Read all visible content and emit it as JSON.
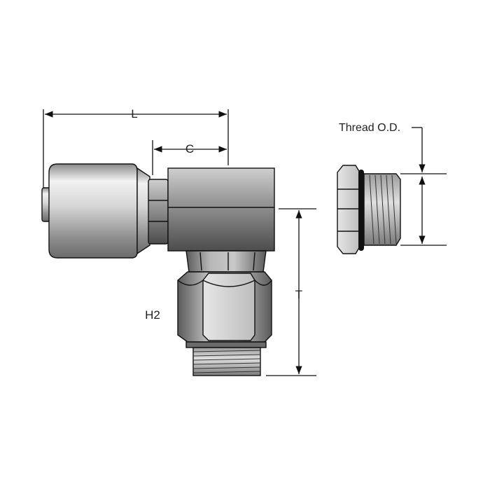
{
  "diagram": {
    "dimension_labels": {
      "length": "L",
      "cut_off": "C",
      "thread_od": "Thread O.D.",
      "height": "T",
      "hex_size": "H2"
    },
    "colors": {
      "background": "#ffffff",
      "metal_light": "#e8e8e8",
      "metal_mid": "#9a9a9a",
      "metal_dark": "#4a4a4a",
      "line": "#111111"
    }
  }
}
